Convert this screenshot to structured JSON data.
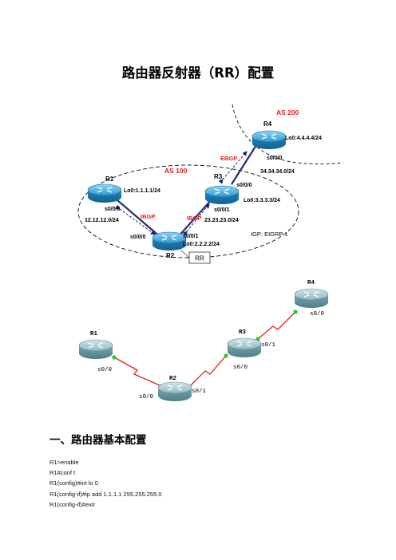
{
  "doc": {
    "title": "路由器反射器（RR）配置",
    "section1": "一、路由器基本配置"
  },
  "topology": {
    "as200": "AS 200",
    "as100": "AS 100",
    "r1": {
      "name": "R1",
      "lo": "Lo0:1.1.1.1/24",
      "s00": "s0/0/0"
    },
    "r2": {
      "name": "R2",
      "lo": "Lo0:2.2.2.2/24",
      "s00": "s0/0/0",
      "s01": "s0/0/1",
      "rr": "RR"
    },
    "r3": {
      "name": "R3",
      "lo": "Lo0:3.3.3.3/24",
      "s00": "s0/0/0",
      "s01": "s0/0/1"
    },
    "r4": {
      "name": "R4",
      "lo": "Lo0:4.4.4.4/24",
      "s00": "s0/0/0"
    },
    "net12": "12.12.12.0/24",
    "net23": "23.23.23.0/24",
    "net34": "34.34.34.0/24",
    "ibgp1": "IBGP",
    "ibgp2": "IBGP",
    "ebgp": "EBGP",
    "igp": "IGP: EIGRP 1"
  },
  "gns": {
    "r1": {
      "name": "R1",
      "s00": "s0/0"
    },
    "r2": {
      "name": "R2",
      "s00": "s0/0",
      "s01": "s0/1"
    },
    "r3": {
      "name": "R3",
      "s00": "s0/0",
      "s01": "s0/1"
    },
    "r4": {
      "name": "R4",
      "s00": "s0/0"
    }
  },
  "commands": [
    "R1>enable",
    "R1#conf t",
    "R1(config)#int lo 0",
    "R1(config-if)#ip add 1.1.1.1 255.255.255.0",
    "R1(config-if)#exit"
  ],
  "colors": {
    "as_label": "#e0201b",
    "router_blue": "#2a8fc2",
    "link_red": "#e02020",
    "port_green": "#22cc22",
    "arrow_navy": "#1c1f7a"
  }
}
